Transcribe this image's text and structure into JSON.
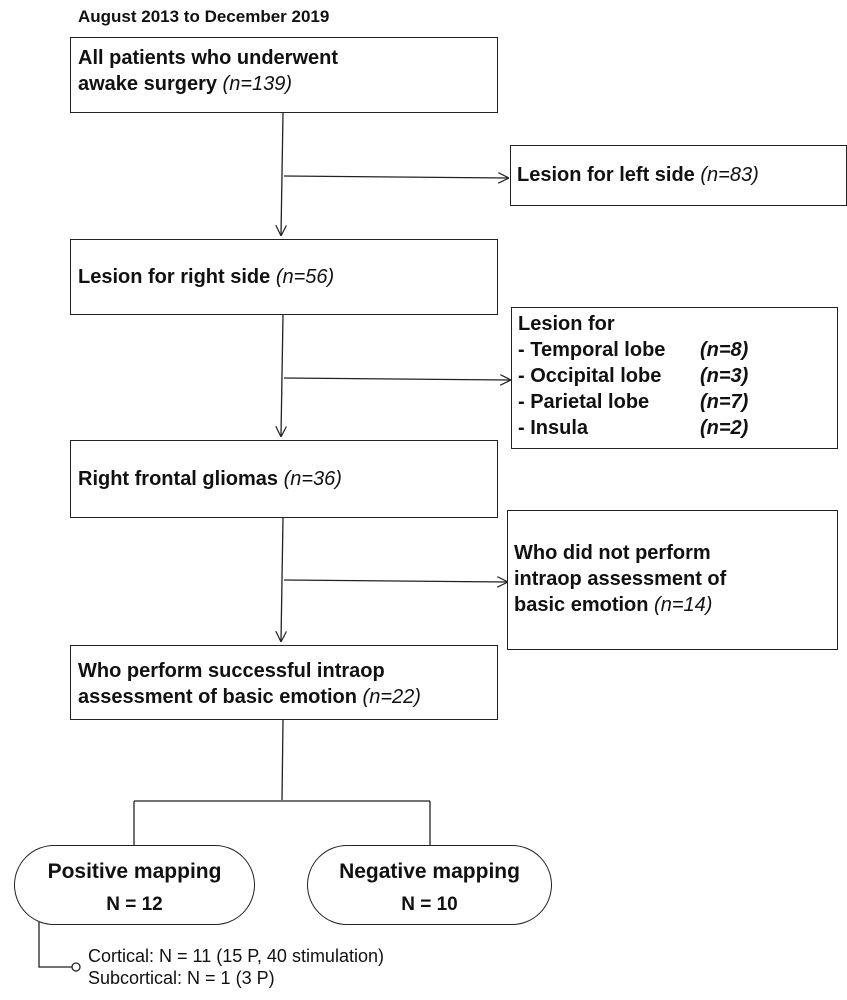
{
  "period": "August 2013 to December 2019",
  "all_patients": {
    "line1": "All patients who underwent",
    "line2": "awake surgery",
    "n": "(n=139)"
  },
  "left_side": {
    "label": "Lesion for left side",
    "n": "(n=83)"
  },
  "right_side": {
    "label": "Lesion for right side",
    "n": "(n=56)"
  },
  "lesion_for": {
    "title": "Lesion for",
    "items": [
      {
        "label": "- Temporal lobe",
        "n": "(n=8)"
      },
      {
        "label": "- Occipital lobe",
        "n": "(n=3)"
      },
      {
        "label": "- Parietal lobe",
        "n": "(n=7)"
      },
      {
        "label": "- Insula",
        "n": "(n=2)"
      }
    ]
  },
  "right_frontal": {
    "label": "Right frontal gliomas",
    "n": "(n=36)"
  },
  "not_perform": {
    "line1": "Who did not perform",
    "line2": "intraop assessment of",
    "line3": "basic emotion",
    "n": "(n=14)"
  },
  "successful": {
    "line1": "Who perform successful intraop",
    "line2": "assessment of basic emotion",
    "n": "(n=22)"
  },
  "positive": {
    "title": "Positive mapping",
    "value": "N = 12"
  },
  "negative": {
    "title": "Negative mapping",
    "value": "N = 10"
  },
  "notes": {
    "cortical": "Cortical: N = 11 (15 P, 40 stimulation)",
    "subcortical": "Subcortical: N = 1 (3 P)"
  }
}
